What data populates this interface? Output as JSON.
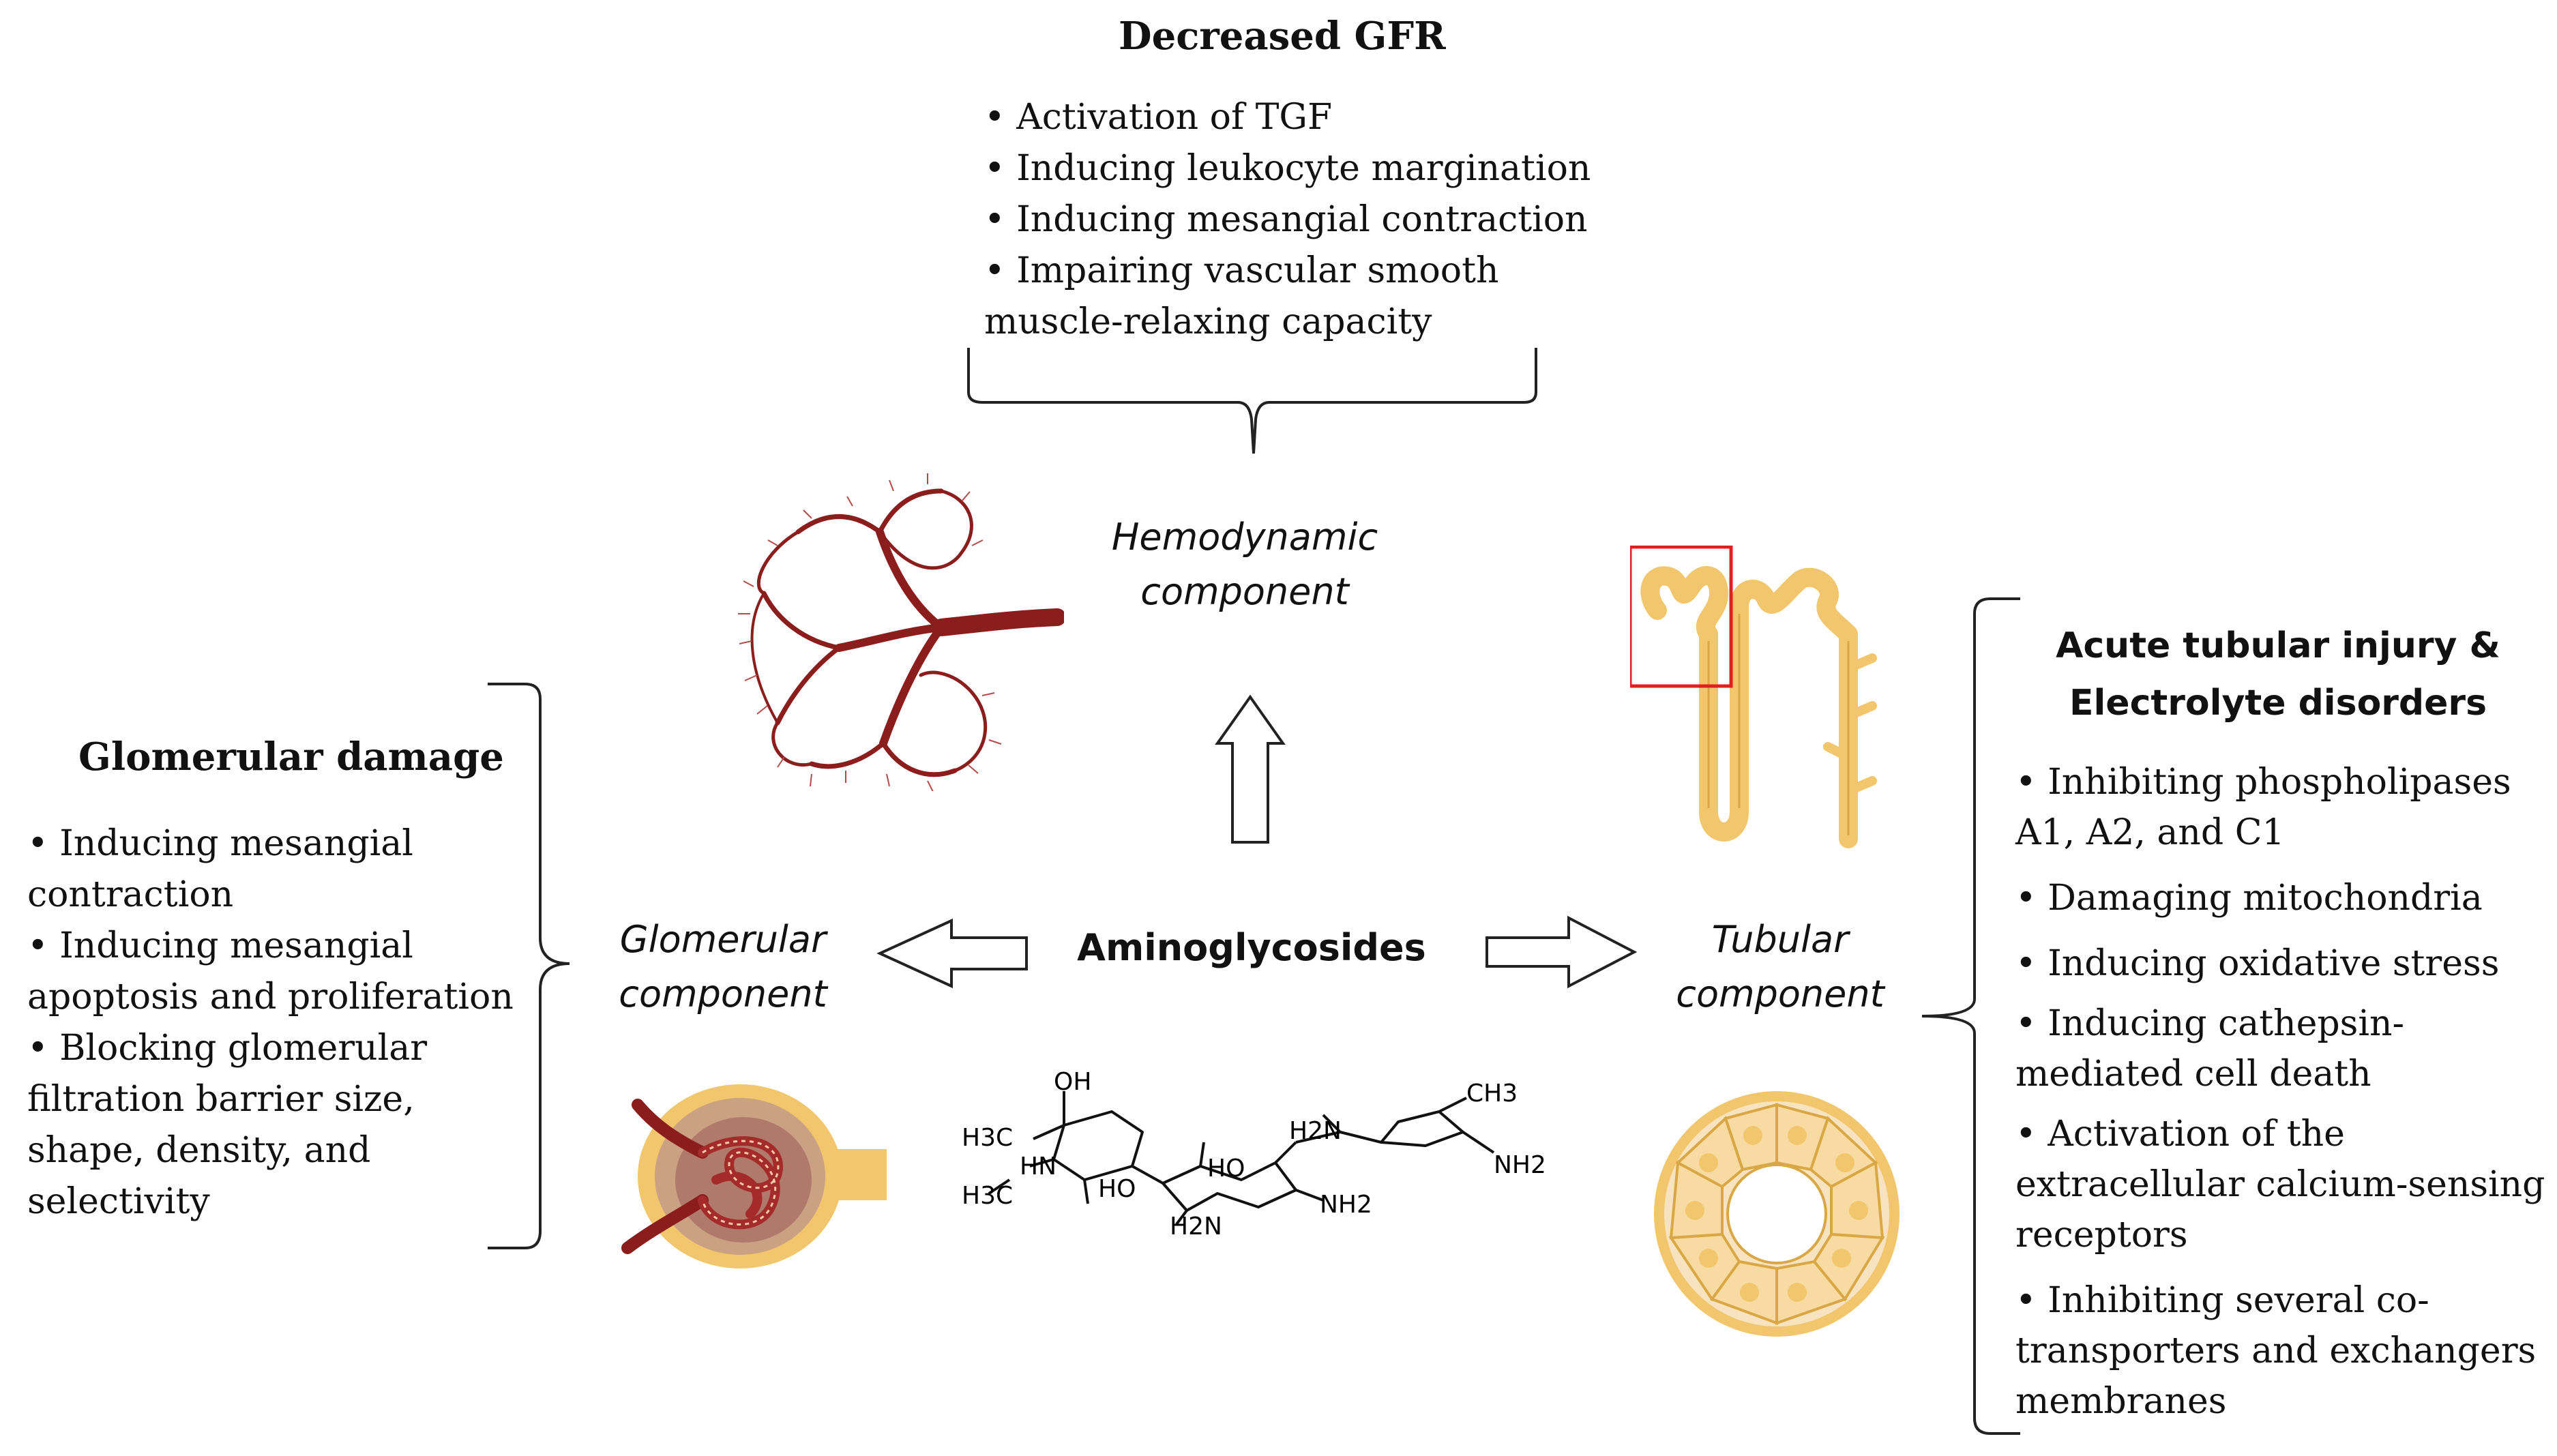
{
  "top": {
    "title": "Decreased GFR",
    "items": [
      "Activation of TGF",
      "Inducing leukocyte margination",
      "Inducing mesangial contraction",
      "Impairing vascular smooth muscle-relaxing capacity"
    ]
  },
  "left": {
    "title": "Glomerular damage",
    "items": [
      "Inducing mesangial contraction",
      "Inducing mesangial apoptosis and proliferation",
      "Blocking glomerular filtration barrier size, shape, density, and selectivity"
    ]
  },
  "right": {
    "title_line1": "Acute tubular injury &",
    "title_line2": "Electrolyte disorders",
    "items": [
      "Inhibiting phospholipases A1, A2, and C1",
      "Damaging mitochondria",
      "Inducing oxidative stress",
      "Inducing cathepsin-mediated cell death",
      "Activation of the extracellular calcium-sensing receptors",
      "Inhibiting several co-transporters and exchangers membranes"
    ]
  },
  "center": {
    "label": "Aminoglycosides",
    "hemodynamic_line1": "Hemodynamic",
    "hemodynamic_line2": "component",
    "glomerular_line1": "Glomerular",
    "glomerular_line2": "component",
    "tubular_line1": "Tubular",
    "tubular_line2": "component"
  },
  "molecule": {
    "oh_top": "OH",
    "h3c_top": "H3C",
    "hn": "HN",
    "h3c_bottom": "H3C",
    "ho_left": "HO",
    "ho_center": "HO",
    "h2n_center": "H2N",
    "nh2_center": "NH2",
    "h2n_right": "H2N",
    "ch3": "CH3",
    "nh2_right": "NH2"
  },
  "colors": {
    "vessel": "#8b1d1d",
    "tubule": "#f2c66d",
    "highlight_box": "#e02020",
    "glomerulus_capsule": "#f2c66d",
    "cell": "#f7dba3"
  }
}
